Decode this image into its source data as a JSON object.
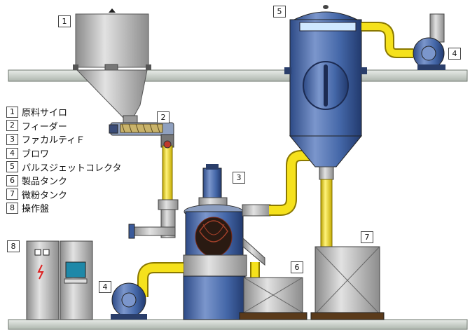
{
  "legend": {
    "items": [
      {
        "num": "1",
        "label": "原料サイロ"
      },
      {
        "num": "2",
        "label": "フィーダー"
      },
      {
        "num": "3",
        "label": "ファカルティＦ"
      },
      {
        "num": "4",
        "label": "ブロワ"
      },
      {
        "num": "5",
        "label": "パルスジェットコレクタ"
      },
      {
        "num": "6",
        "label": "製品タンク"
      },
      {
        "num": "7",
        "label": "微粉タンク"
      },
      {
        "num": "8",
        "label": "操作盤"
      }
    ]
  },
  "callouts": {
    "silo": "1",
    "feeder": "2",
    "classifier": "3",
    "blower_top": "4",
    "collector": "5",
    "product_tank": "6",
    "fine_tank": "7",
    "control_panel": "8",
    "blower_bottom": "4"
  },
  "colors": {
    "pipe": "#f5e11c",
    "vessel": "#4467a8",
    "floor": "#cfd6d0",
    "silo": "#bdbdbd"
  }
}
